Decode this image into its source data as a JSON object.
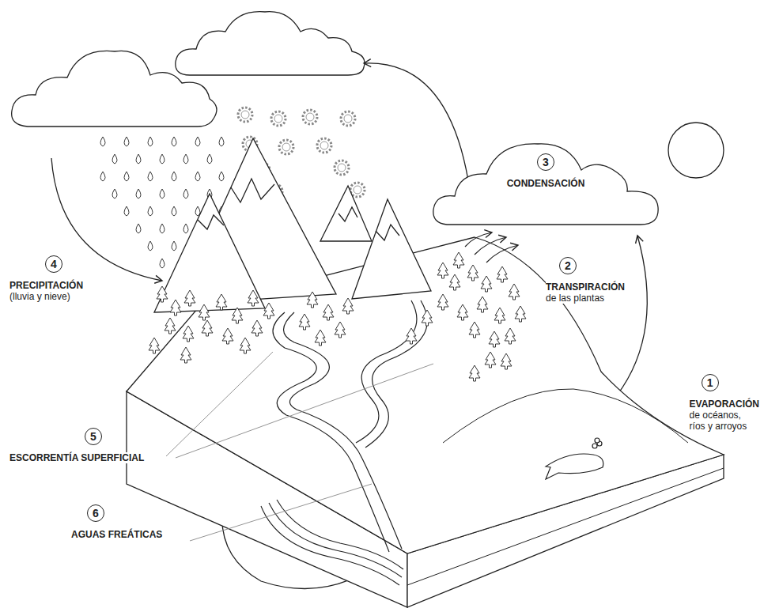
{
  "diagram": {
    "nodes": [
      {
        "text": [
          "1",
          "EVAPORACIÓN",
          "de océanos, ríos y arroyos"
        ]
      },
      {
        "text": [
          "2",
          "TRANSPIRACIÓN",
          "de las plantas"
        ]
      },
      {
        "text": [
          "3",
          "CONDENSACIÓN"
        ]
      },
      {
        "text": [
          "4",
          "PRECIPITACIÓN",
          "(lluvia y nieve)"
        ]
      },
      {
        "text": [
          "5",
          "ESCORRENTÍA SUPERFICIAL"
        ]
      },
      {
        "text": [
          "6",
          "AGUAS FREÁTICAS"
        ]
      }
    ]
  }
}
